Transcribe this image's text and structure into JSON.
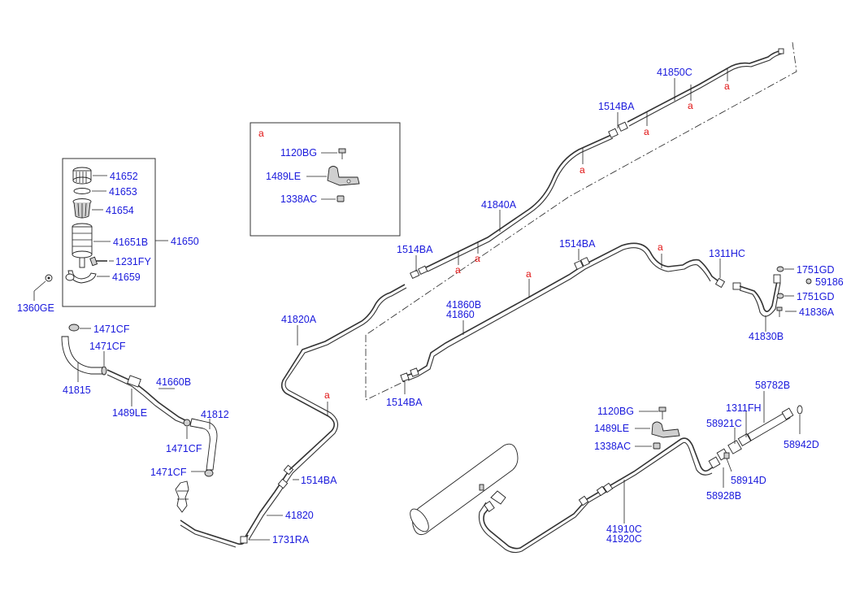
{
  "inset": {
    "marker": "a",
    "labels": {
      "bolt": "1120BG",
      "clip": "1489LE",
      "nut": "1338AC"
    }
  },
  "reservoir_group": {
    "labels": {
      "cap": "41652",
      "seal": "41653",
      "strainer": "41654",
      "reservoir": "41651B",
      "assembly": "41650",
      "screw": "1231FY",
      "bracket": "41659",
      "grommet": "1360GE"
    }
  },
  "hose_group": {
    "labels": {
      "clamp_top": "1471CF",
      "clamp_upper": "1471CF",
      "hose_left": "41815",
      "clip_left": "1489LE",
      "pipe": "41660B",
      "clamp_mid": "1471CF",
      "hose_right": "41812",
      "clamp_low": "1471CF"
    }
  },
  "main_pipes": {
    "markers": {
      "a": "a"
    },
    "labels": {
      "pipe_41850c": "41850C",
      "fitting_1514ba_top": "1514BA",
      "pipe_41840a": "41840A",
      "fitting_1514ba_left": "1514BA",
      "fitting_1514ba_mid": "1514BA",
      "hose_1311hc": "1311HC",
      "pipe_41820a": "41820A",
      "pipe_41860b": "41860B",
      "pipe_41860": "41860",
      "fitting_1514ba_low": "1514BA",
      "washer_1751gd_a": "1751GD",
      "washer_59186": "59186",
      "washer_1751gd_b": "1751GD",
      "bolt_41836a": "41836A",
      "hose_41830b": "41830B",
      "fitting_1514ba_bottom": "1514BA",
      "pipe_41820": "41820",
      "fitting_1731ra": "1731RA"
    }
  },
  "tank_group": {
    "labels": {
      "bolt": "1120BG",
      "clip": "1489LE",
      "nut": "1338AC",
      "pipe_c": "41910C",
      "pipe_c2": "41920C",
      "hose_58782b": "58782B",
      "hose_1311fh": "1311FH",
      "fitting_58921c": "58921C",
      "fitting_58942d": "58942D",
      "fitting_58914d": "58914D",
      "fitting_58928b": "58928B"
    }
  }
}
